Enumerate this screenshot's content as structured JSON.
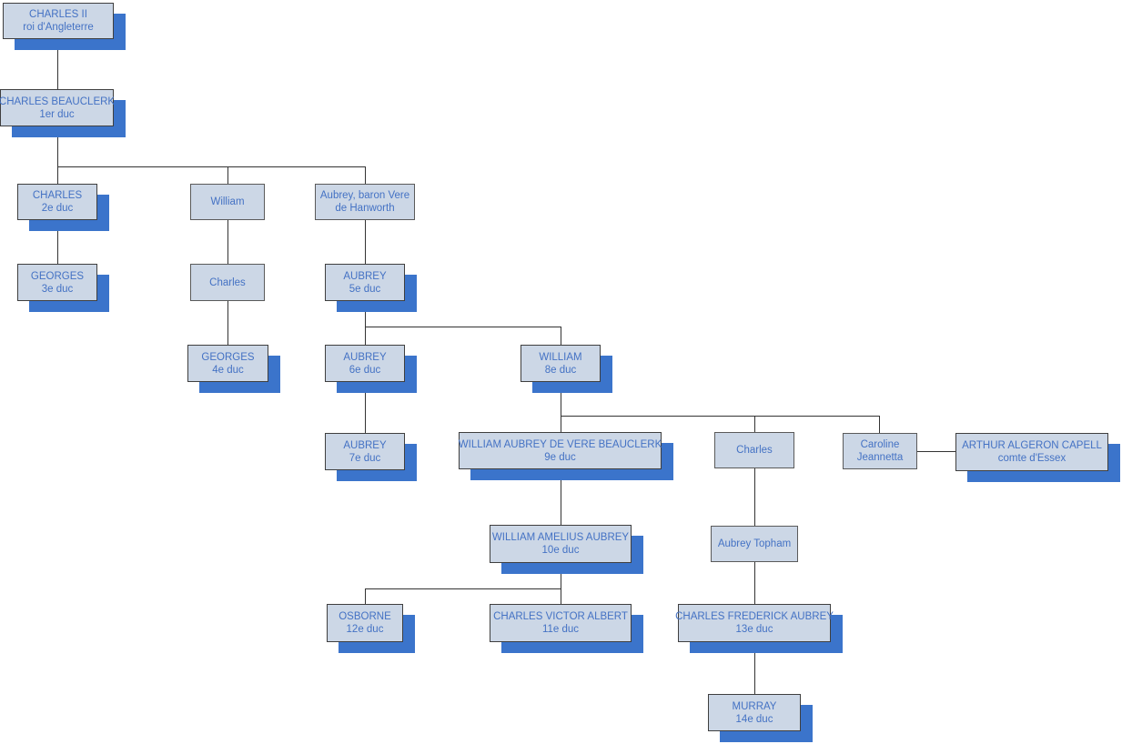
{
  "colors": {
    "box_fill": "#ccd7e6",
    "box_border": "#3f3f3f",
    "shadow": "#3b74cb",
    "text": "#4472c4",
    "line": "#333333",
    "bg": "#ffffff"
  },
  "diagram": {
    "type": "family-tree-org-chart",
    "nodes": {
      "charles_ii": {
        "line1": "CHARLES II",
        "line2": "roi d'Angleterre"
      },
      "charles_1er": {
        "line1": "CHARLES BEAUCLERK",
        "line2": "1er duc"
      },
      "charles_2e": {
        "line1": "CHARLES",
        "line2": "2e duc"
      },
      "georges_3e": {
        "line1": "GEORGES",
        "line2": "3e duc"
      },
      "william": {
        "line1": "William"
      },
      "charles_fils_w": {
        "line1": "Charles"
      },
      "georges_4e": {
        "line1": "GEORGES",
        "line2": "4e duc"
      },
      "aubrey_baron": {
        "line1": "Aubrey, baron Vere",
        "line2": "de Hanworth"
      },
      "aubrey_5e": {
        "line1": "AUBREY",
        "line2": "5e duc"
      },
      "aubrey_6e": {
        "line1": "AUBREY",
        "line2": "6e duc"
      },
      "aubrey_7e": {
        "line1": "AUBREY",
        "line2": "7e duc"
      },
      "william_8e": {
        "line1": "WILLIAM",
        "line2": "8e duc"
      },
      "william_9e": {
        "line1": "WILLIAM AUBREY DE VERE BEAUCLERK",
        "line2": "9e duc"
      },
      "charles_fils_8e": {
        "line1": "Charles"
      },
      "caroline": {
        "line1": "Caroline",
        "line2": "Jeannetta"
      },
      "arthur_capell": {
        "line1": "ARTHUR ALGERON CAPELL",
        "line2": "comte d'Essex"
      },
      "william_10e": {
        "line1": "WILLIAM AMELIUS AUBREY",
        "line2": "10e duc"
      },
      "aubrey_topham": {
        "line1": "Aubrey Topham"
      },
      "osborne_12e": {
        "line1": "OSBORNE",
        "line2": "12e duc"
      },
      "charles_11e": {
        "line1": "CHARLES VICTOR ALBERT",
        "line2": "11e duc"
      },
      "charles_13e": {
        "line1": "CHARLES FREDERICK AUBREY",
        "line2": "13e duc"
      },
      "murray_14e": {
        "line1": "MURRAY",
        "line2": "14e duc"
      }
    }
  }
}
